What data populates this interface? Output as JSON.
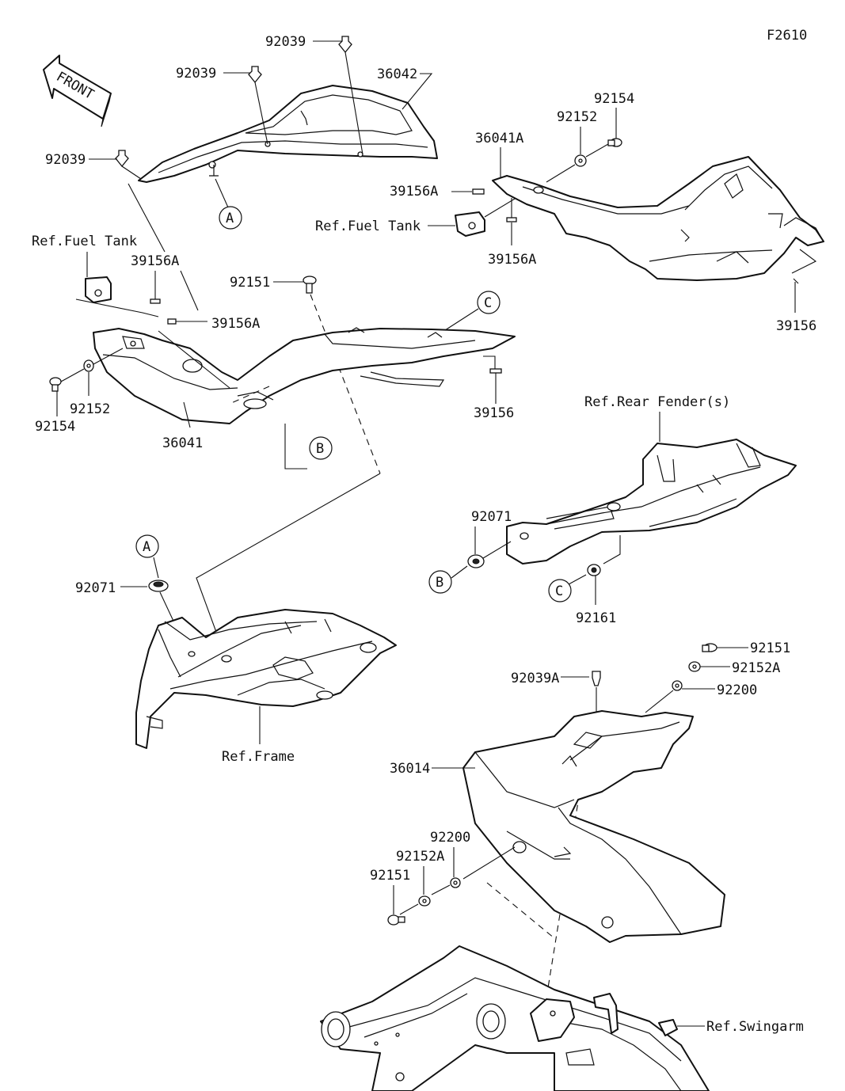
{
  "figure_code": "F2610",
  "front_label": "FRONT",
  "labels": {
    "p92039_top": "92039",
    "p92039_mid": "92039",
    "p92039_left": "92039",
    "p36042": "36042",
    "ref_fuel_tank_left": "Ref.Fuel Tank",
    "ref_fuel_tank_right": "Ref.Fuel Tank",
    "p39156A_a": "39156A",
    "p39156A_b": "39156A",
    "p39156A_c": "39156A",
    "p39156A_d": "39156A",
    "p92151_top": "92151",
    "p92152_left": "92152",
    "p92154_left": "92154",
    "p36041": "36041",
    "p39156_left": "39156",
    "p36041A": "36041A",
    "p92152_right": "92152",
    "p92154_right": "92154",
    "p39156_right": "39156",
    "ref_rear_fender": "Ref.Rear Fender(s)",
    "p92071_right": "92071",
    "p92161": "92161",
    "p92071_left": "92071",
    "ref_frame": "Ref.Frame",
    "p92151_r": "92151",
    "p92152A_r": "92152A",
    "p92200_r": "92200",
    "p92039A": "92039A",
    "p36014": "36014",
    "p92200_l": "92200",
    "p92152A_l": "92152A",
    "p92151_l": "92151",
    "ref_swingarm": "Ref.Swingarm"
  },
  "callouts": {
    "A1": "A",
    "A2": "A",
    "B1": "B",
    "B2": "B",
    "C1": "C",
    "C2": "C"
  }
}
